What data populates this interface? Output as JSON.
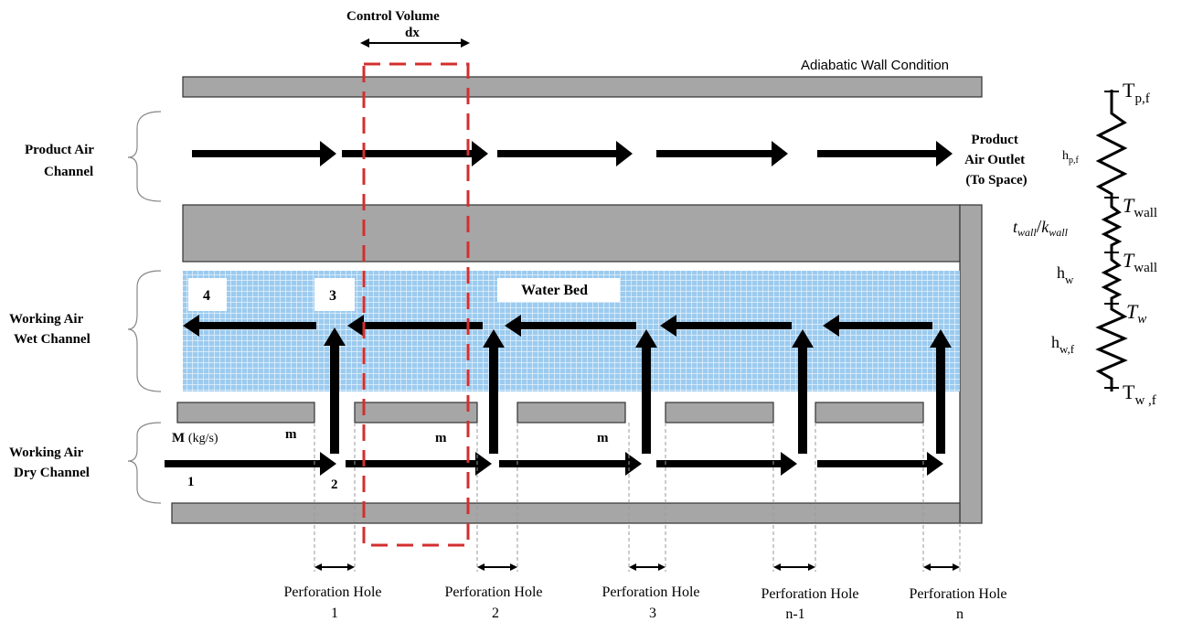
{
  "control_volume": {
    "title": "Control Volume",
    "dx": "dx"
  },
  "adiabatic_wall": "Adiabatic Wall Condition",
  "channels": {
    "product_line1": "Product Air",
    "product_line2": "Channel",
    "wet_line1": "Working Air",
    "wet_line2": "Wet Channel",
    "dry_line1": "Working Air",
    "dry_line2": "Dry Channel"
  },
  "outlet": {
    "line1": "Product",
    "line2": "Air Outlet",
    "line3": "(To Space)"
  },
  "water_bed": "Water Bed",
  "states": {
    "s1": "1",
    "s2": "2",
    "s3": "3",
    "s4": "4"
  },
  "flows": {
    "main_bold": "M",
    "main_unit": "(kg/s)",
    "m": "m"
  },
  "holes": [
    {
      "label": "Perforation Hole",
      "num": "1"
    },
    {
      "label": "Perforation Hole",
      "num": "2"
    },
    {
      "label": "Perforation Hole",
      "num": "3"
    },
    {
      "label": "Perforation Hole",
      "num": "n-1"
    },
    {
      "label": "Perforation Hole",
      "num": "n"
    }
  ],
  "resistance": {
    "T": "T",
    "wall_sub": "wall",
    "Tpf_sub": "p,f",
    "Tw_sub": "w",
    "Twf_sub": "w ,f",
    "h": "h",
    "hpf_sub": "p,f",
    "hw_sub": "w",
    "hwf_sub": "w,f",
    "t": "t",
    "k": "k",
    "slash": "/"
  },
  "colors": {
    "wall_fill": "#a6a6a6",
    "wall_stroke": "#333333",
    "water_blue": "#8fc3ea",
    "control_volume": "#d32f2f",
    "arrow": "#000000"
  }
}
